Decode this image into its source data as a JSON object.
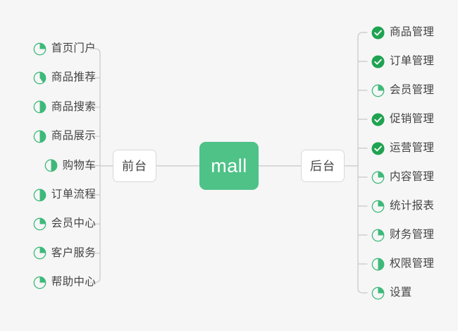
{
  "diagram": {
    "title": "mall",
    "type": "mind-map",
    "background": "#f6f6f6",
    "colors": {
      "accent": "#4ec287",
      "done": "#1fa350",
      "ring": "#3eb97a",
      "text": "#444444",
      "line": "#c8c8c8",
      "node_border": "#d8d8d8"
    }
  },
  "root": {
    "label": "mall"
  },
  "branches": [
    {
      "id": "frontend",
      "side": "left",
      "label": "前台",
      "items": [
        {
          "label": "首页门户",
          "icon": "pie-progress-icon",
          "progress": 25
        },
        {
          "label": "商品推荐",
          "icon": "pie-progress-icon",
          "progress": 40
        },
        {
          "label": "商品搜索",
          "icon": "pie-progress-icon",
          "progress": 50
        },
        {
          "label": "商品展示",
          "icon": "pie-progress-icon",
          "progress": 50
        },
        {
          "label": "购物车",
          "icon": "pie-progress-icon",
          "progress": 50
        },
        {
          "label": "订单流程",
          "icon": "pie-progress-icon",
          "progress": 50
        },
        {
          "label": "会员中心",
          "icon": "pie-progress-icon",
          "progress": 25
        },
        {
          "label": "客户服务",
          "icon": "pie-progress-icon",
          "progress": 25
        },
        {
          "label": "帮助中心",
          "icon": "pie-progress-icon",
          "progress": 25
        }
      ]
    },
    {
      "id": "backend",
      "side": "right",
      "label": "后台",
      "items": [
        {
          "label": "商品管理",
          "icon": "check-circle-icon",
          "progress": 100
        },
        {
          "label": "订单管理",
          "icon": "check-circle-icon",
          "progress": 100
        },
        {
          "label": "会员管理",
          "icon": "pie-progress-icon",
          "progress": 25
        },
        {
          "label": "促销管理",
          "icon": "check-circle-icon",
          "progress": 100
        },
        {
          "label": "运营管理",
          "icon": "check-circle-icon",
          "progress": 100
        },
        {
          "label": "内容管理",
          "icon": "pie-progress-icon",
          "progress": 25
        },
        {
          "label": "统计报表",
          "icon": "pie-progress-icon",
          "progress": 25
        },
        {
          "label": "财务管理",
          "icon": "pie-progress-icon",
          "progress": 25
        },
        {
          "label": "权限管理",
          "icon": "pie-progress-icon",
          "progress": 50
        },
        {
          "label": "设置",
          "icon": "pie-progress-icon",
          "progress": 25
        }
      ]
    }
  ]
}
